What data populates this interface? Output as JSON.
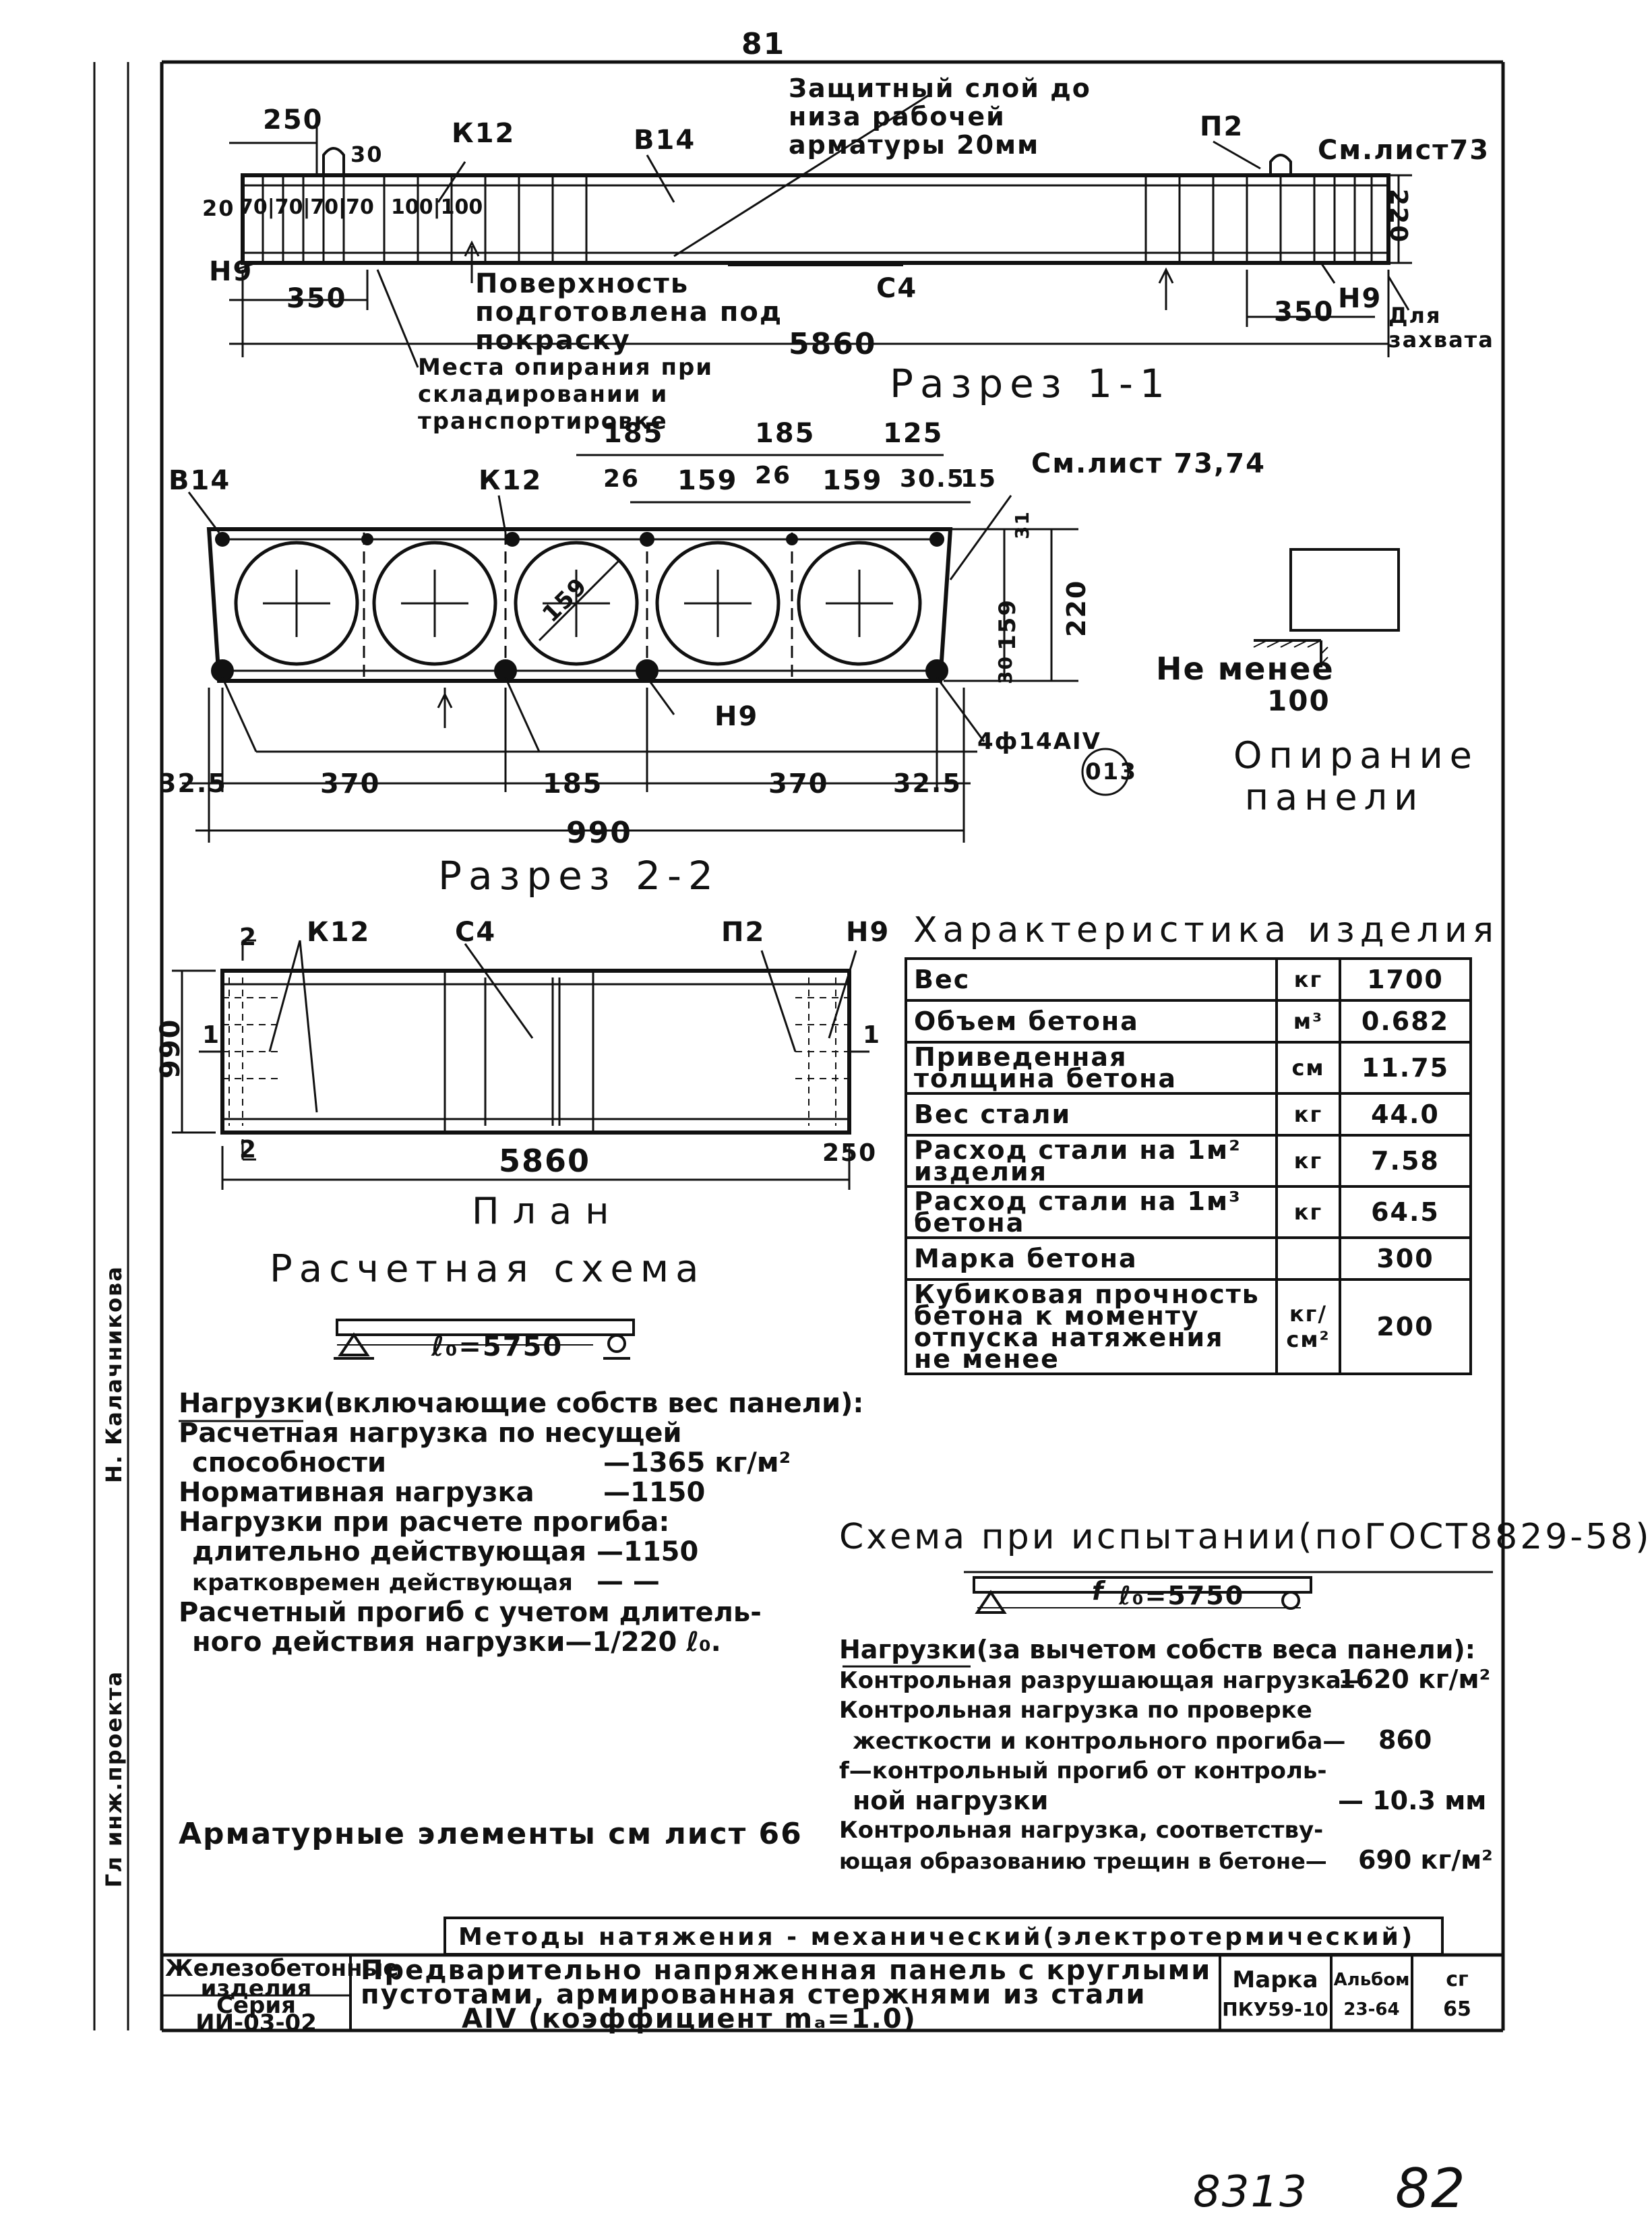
{
  "page_number_top": "81",
  "page_number_bottom": "82",
  "doc_code": "8313",
  "section_1_1": {
    "title": "Разрез 1-1",
    "note_cover": "Защитный слой до низа рабочей арматуры 20мм",
    "label_k12": "К12",
    "label_b14": "В14",
    "label_p2": "П2",
    "label_h9_left": "Н9",
    "label_h9_right": "Н9",
    "label_c4": "С4",
    "see_sheet": "См.лист73",
    "dim_250": "250",
    "dim_30": "30",
    "dim_20": "20",
    "dim_70s": "70|70|70|70",
    "dim_100s": "100|100",
    "dim_350_left": "350",
    "dim_350_right": "350",
    "dim_5860": "5860",
    "dim_220": "220",
    "note_surface": "Поверхность подготовлена под покраску",
    "note_support": "Места опирания при складировании и транспортировке",
    "note_grip": "Для захвата"
  },
  "section_2_2": {
    "title": "Разрез 2-2",
    "label_b14": "В14",
    "label_k12": "К12",
    "label_h9": "Н9",
    "see_sheet": "См.лист 73,74",
    "dim_185a": "185",
    "dim_185b": "185",
    "dim_125": "125",
    "dim_26a": "26",
    "dim_159a": "159",
    "dim_26b": "26",
    "dim_159b": "159",
    "dim_30_5": "30.5",
    "dim_15": "15",
    "dim_diam": "159",
    "dim_31": "31",
    "dim_159v": "159",
    "dim_30v": "30",
    "dim_220": "220",
    "dim_32_5a": "32.5",
    "dim_370a": "370",
    "dim_185c": "185",
    "dim_370b": "370",
    "dim_32_5b": "32.5",
    "dim_990": "990",
    "rebar": "4ф14АIV",
    "rebar_ref": "013"
  },
  "support": {
    "min_label": "Не менее",
    "min_value": "100",
    "caption": "Опирание панели"
  },
  "plan": {
    "title": "План",
    "label_k12": "К12",
    "label_c4": "С4",
    "label_p2": "П2",
    "label_h9": "Н9",
    "dim_990": "990",
    "dim_5860": "5860",
    "dim_250": "250",
    "mark_2_top": "2",
    "mark_2_bot": "2",
    "mark_1_left": "1",
    "mark_1_right": "1"
  },
  "characteristics": {
    "title": "Характеристика изделия",
    "rows": [
      {
        "name": "Вес",
        "unit": "кг",
        "value": "1700"
      },
      {
        "name": "Объем бетона",
        "unit": "м³",
        "value": "0.682"
      },
      {
        "name": "Приведенная толщина бетона",
        "unit": "см",
        "value": "11.75"
      },
      {
        "name": "Вес стали",
        "unit": "кг",
        "value": "44.0"
      },
      {
        "name": "Расход стали на 1м² изделия",
        "unit": "кг",
        "value": "7.58"
      },
      {
        "name": "Расход стали на 1м³ бетона",
        "unit": "кг",
        "value": "64.5"
      },
      {
        "name": "Марка бетона",
        "unit": "",
        "value": "300"
      },
      {
        "name": "Кубиковая прочность бетона к моменту отпуска натяжения не менее",
        "unit": "кг/см²",
        "value": "200"
      }
    ]
  },
  "calc_scheme": {
    "title": "Расчетная схема",
    "span": "ℓ₀=5750",
    "loads_header": "Нагрузки(включающие собств вес панели):",
    "l1": "Расчетная нагрузка по несущей",
    "l2": "способности",
    "l2v": "—1365 кг/м²",
    "l3": "Нормативная нагрузка",
    "l3v": "—1150",
    "l4": "Нагрузки при расчете прогиба:",
    "l5": "длительно действующая",
    "l5v": "—1150",
    "l6": "кратковремен действующая",
    "l6v": "— —",
    "l7": "Расчетный прогиб с учетом длитель-",
    "l8": "ного действия нагрузки—",
    "l8v": "1/220 ℓ₀.",
    "rebar_note": "Арматурные элементы см лист 66"
  },
  "test_scheme": {
    "title": "Схема при испытании(поГОСТ8829-58)",
    "span": "ℓ₀=5750",
    "f_mark": "f",
    "loads_header": "Нагрузки(за вычетом собств веса панели):",
    "t1": "Контрольная разрушающая нагрузка—",
    "t1v": "1620 кг/м²",
    "t2": "Контрольная нагрузка по проверке",
    "t3": "жесткости и контрольного прогиба—",
    "t3v": "860",
    "t4": "f—контрольный прогиб от контроль-",
    "t5": "ной нагрузки",
    "t5v": "— 10.3 мм",
    "t6": "Контрольная нагрузка, соответству-",
    "t7": "ющая образованию трещин в бетоне—",
    "t7v": "690 кг/м²"
  },
  "tension_methods": "Методы натяжения - механический(электротермический)",
  "left_margin": {
    "stamp": "Гл инж.проекта",
    "person": "Н. Калачникова"
  },
  "title_block": {
    "org_line1": "Железобетонные",
    "org_line2": "изделия",
    "series_label": "Серия",
    "series_value": "ИИ-03-02",
    "title_l1": "Предварительно напряженная панель с круглыми",
    "title_l2": "пустотами, армированная стержнями из стали",
    "title_l3": "АIV (коэффициент",
    "title_coef": "mₐ=1.0)",
    "mark_label": "Марка",
    "mark_value": "ПКУ59-10",
    "album_label": "Альбом",
    "album_value": "23-64",
    "sheet_label": "сг",
    "sheet_value": "65"
  }
}
